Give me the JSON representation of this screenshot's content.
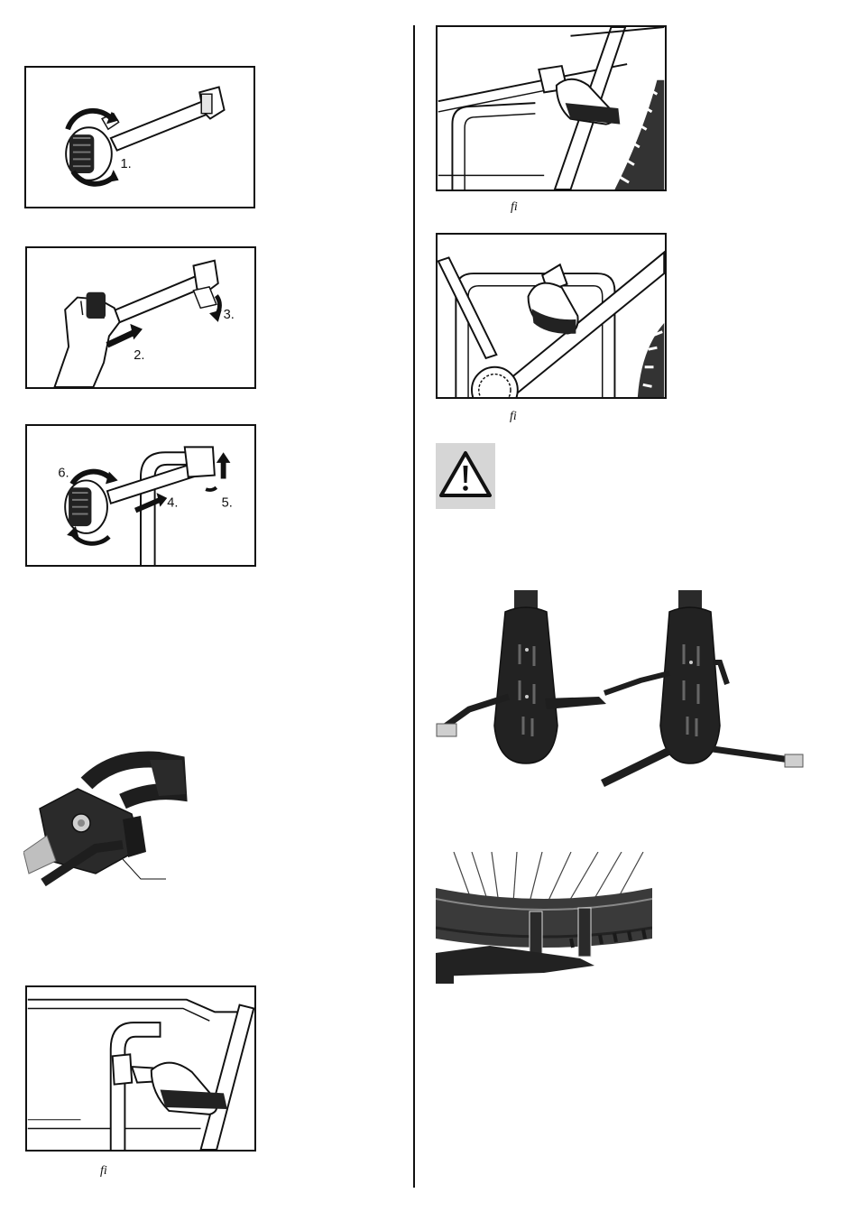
{
  "figures": {
    "step_one": {
      "label_1": "1."
    },
    "step_two": {
      "label_2": "2.",
      "label_3": "3."
    },
    "step_three": {
      "label_4": "4.",
      "label_5": "5.",
      "label_6": "6."
    }
  },
  "captions": {
    "left_bottom": "fi",
    "right_top": "fi",
    "right_second": "fi"
  },
  "icons": {
    "warning": "warning-triangle-icon"
  },
  "colors": {
    "ink": "#111111",
    "warning_bg": "#d6d6d6",
    "rubber": "#1e1e1e",
    "metal": "#bfbfbf"
  }
}
